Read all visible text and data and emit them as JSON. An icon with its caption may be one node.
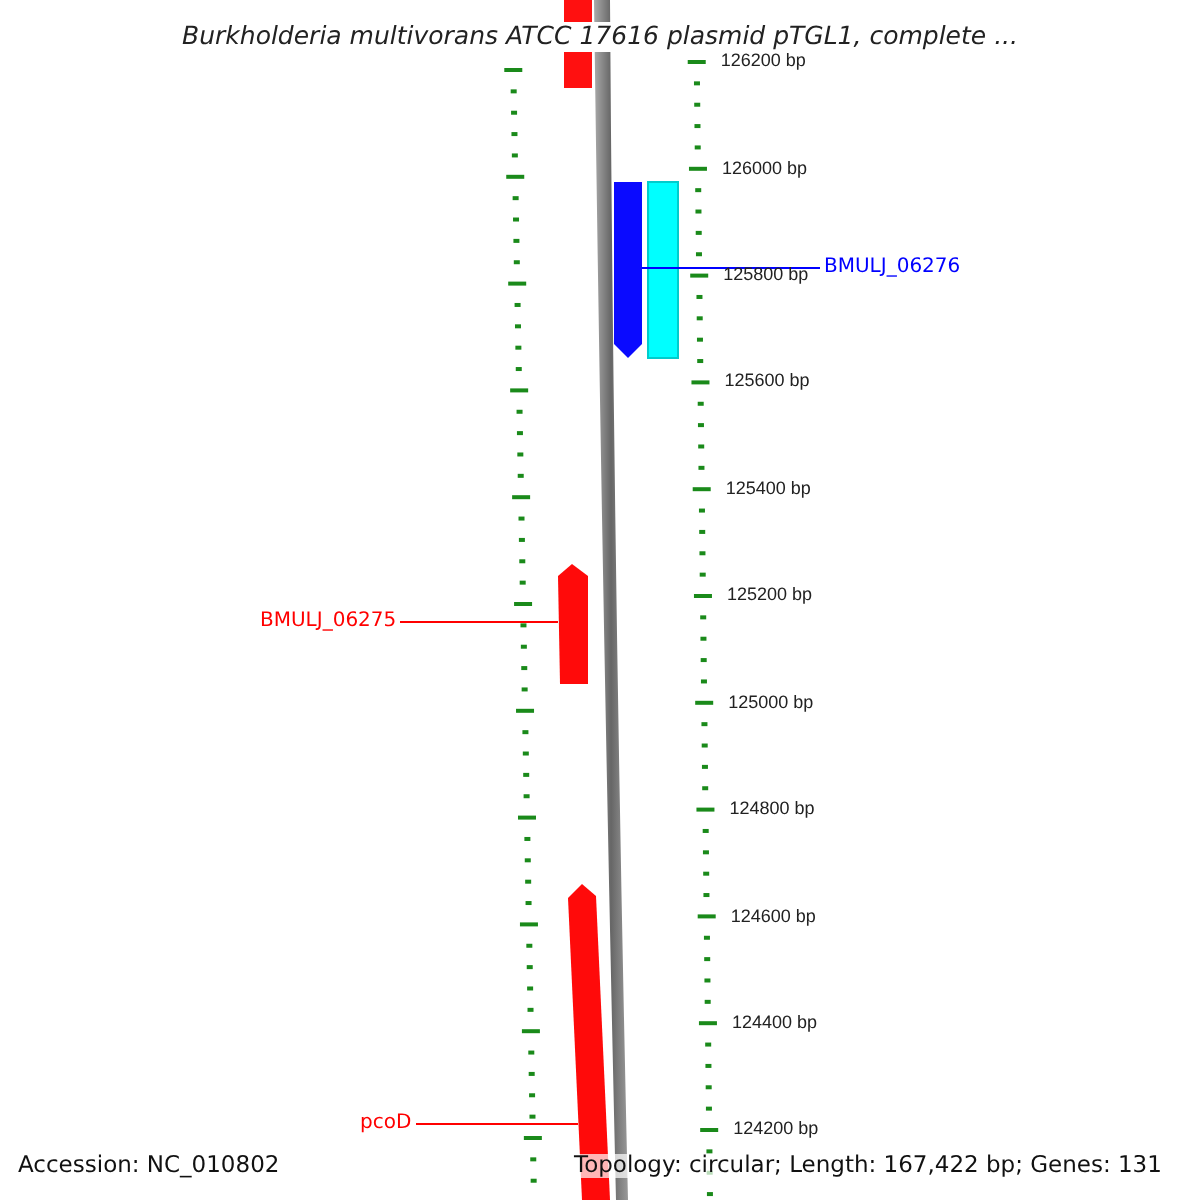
{
  "diagram": {
    "title": "Burkholderia multivorans ATCC 17616 plasmid pTGL1, complete ...",
    "nodes": [
      {
        "text": [
          "BMULJ_06276"
        ]
      },
      {
        "text": [],
        "shape": "arrow"
      },
      {
        "text": [
          "BMULJ_06275"
        ]
      },
      {
        "text": [],
        "shape": "arrow"
      },
      {
        "text": [
          "pcoD"
        ]
      },
      {
        "text": [],
        "shape": "arrow"
      }
    ],
    "edges": [
      {
        "from": 0,
        "to": 1,
        "arrow": "none",
        "color": "#0000ff"
      },
      {
        "from": 2,
        "to": 3,
        "arrow": "none"
      },
      {
        "from": 4,
        "to": 5,
        "arrow": "none"
      }
    ],
    "labels": [
      "126200 bp",
      "126000 bp",
      "125800 bp",
      "125600 bp",
      "125400 bp",
      "125200 bp",
      "125000 bp",
      "124800 bp",
      "124600 bp",
      "124400 bp",
      "124200 bp",
      "Accession: NC_010802",
      "Topology: circular; Length: 167,422 bp; Genes: 131"
    ]
  }
}
